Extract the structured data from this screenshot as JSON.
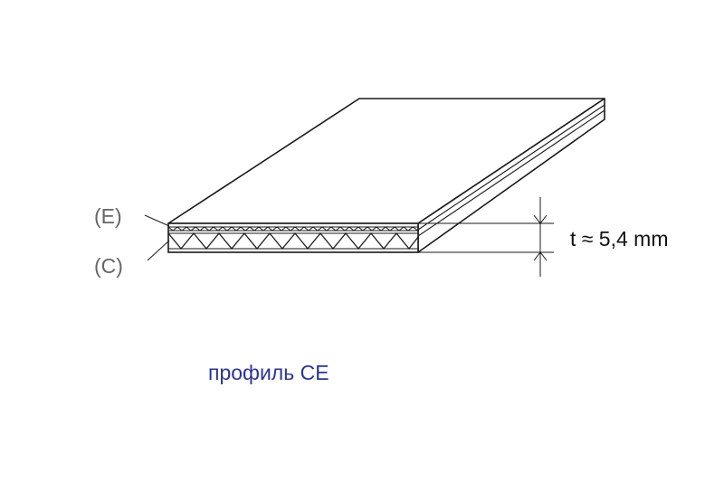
{
  "labels": {
    "layer_top": "(E)",
    "layer_bottom": "(C)",
    "thickness": "t ≈ 5,4 mm",
    "caption": "профиль CE"
  },
  "colors": {
    "outline": "#1a1a1a",
    "label_text": "#666666",
    "caption_text": "#2b3594"
  }
}
